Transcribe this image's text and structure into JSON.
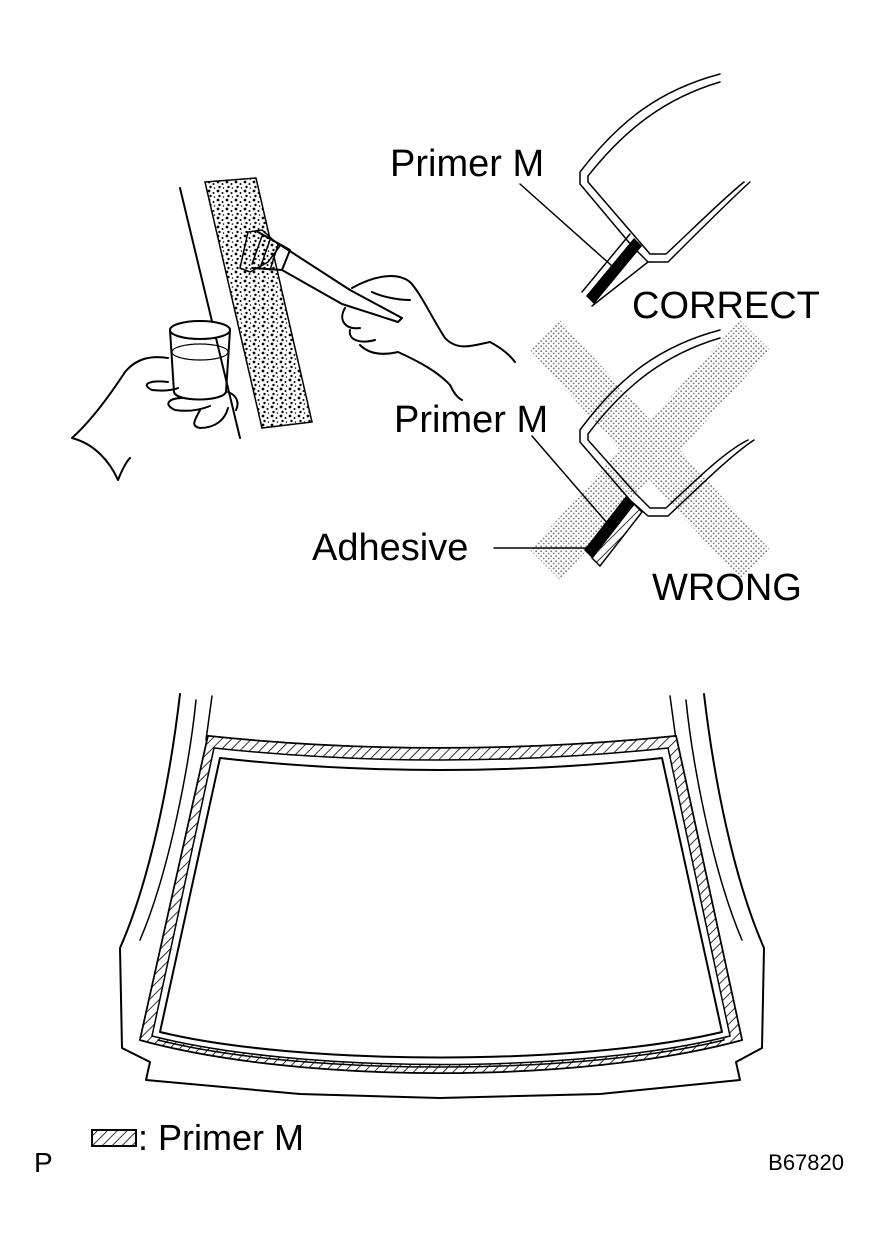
{
  "labels": {
    "primer_correct": "Primer M",
    "correct": "CORRECT",
    "primer_wrong": "Primer M",
    "adhesive": "Adhesive",
    "wrong": "WRONG",
    "legend": ": Primer M",
    "corner_letter": "P",
    "figure_code": "B67820"
  }
}
